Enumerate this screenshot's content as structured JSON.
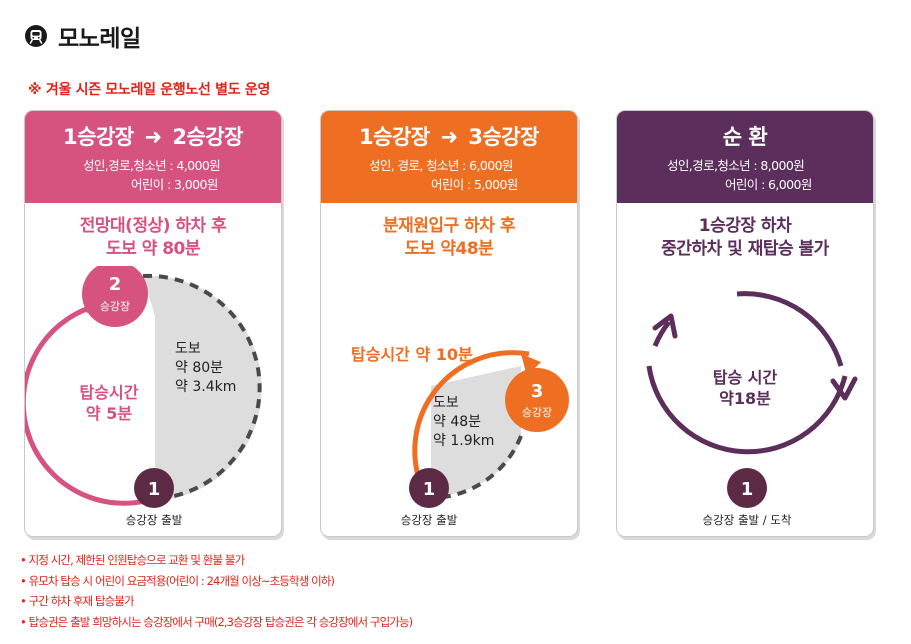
{
  "title": "모노레일",
  "notice": "※ 겨울 시즌 모노레일 운행노선 별도 운영",
  "colors": {
    "pink": "#d6537f",
    "orange": "#ef6f22",
    "purple": "#5b2e5b",
    "circle": "#5c2a45",
    "notice_red": "#e2231a",
    "walk_fill": "#dddddd"
  },
  "cards": [
    {
      "route_from": "1승강장",
      "arrow": "➜",
      "route_to": "2승강장",
      "fare_adult": "성인,경로,청소년 : 4,000원",
      "fare_child": "어린이 : 3,000원",
      "note_line1": "전망대(정상) 하차 후",
      "note_line2": "도보 약 80분",
      "stop_number": "2",
      "stop_label": "승강장",
      "ride_line1": "탑승시간",
      "ride_line2": "약 5분",
      "walk_line1": "도보",
      "walk_line2": "약 80분",
      "walk_line3": "약 3.4km",
      "start_number": "1",
      "start_label": "승강장 출발"
    },
    {
      "route_from": "1승강장",
      "arrow": "➜",
      "route_to": "3승강장",
      "fare_adult": "성인, 경로, 청소년 : 6,000원",
      "fare_child": "어린이 : 5,000원",
      "note_line1": "분재원입구 하차 후",
      "note_line2": "도보 약48분",
      "ride_line1": "탑승시간 약 10분",
      "stop_number": "3",
      "stop_label": "승강장",
      "walk_line1": "도보",
      "walk_line2": "약 48분",
      "walk_line3": "약 1.9km",
      "start_number": "1",
      "start_label": "승강장 출발"
    },
    {
      "route": "순 환",
      "fare_adult": "성인,경로,청소년 : 8,000원",
      "fare_child": "어린이 : 6,000원",
      "note_line1": "1승강장 하차",
      "note_line2": "중간하차 및 재탑승 불가",
      "ride_line1": "탑승 시간",
      "ride_line2": "약18분",
      "start_number": "1",
      "start_label": "승강장 출발 / 도착"
    }
  ],
  "footnotes": [
    "• 지정 시간, 제한된 인원탑승으로 교환 및 환불 불가",
    "• 유모차 탑승 시 어린이 요금적용(어린이 : 24개월 이상~초등학생 이하)",
    "• 구간 하차 후재 탑승불가",
    "• 탑승권은 출발 희망하시는 승강장에서 구매(2,3승강장 탑승권은 각 승강장에서 구입가능)"
  ]
}
